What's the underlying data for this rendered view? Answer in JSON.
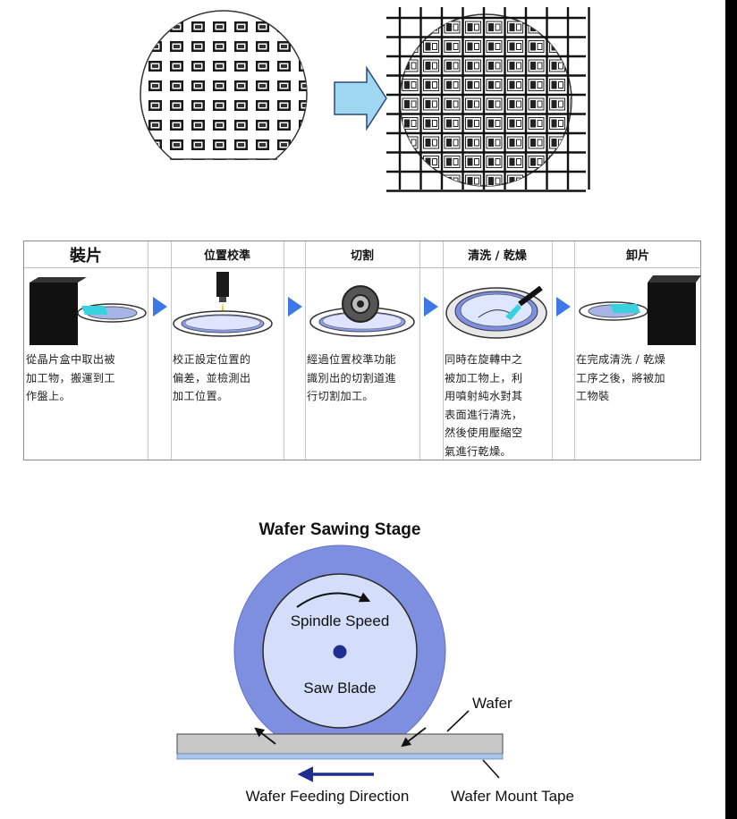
{
  "table": {
    "steps": [
      {
        "title": "裝片",
        "desc_lines": [
          "從晶片盒中取出被",
          "加工物，搬運到工",
          "作盤上。"
        ]
      },
      {
        "title": "位置校準",
        "desc_lines": [
          "校正設定位置的",
          "偏差，並檢測出",
          "加工位置。"
        ]
      },
      {
        "title": "切割",
        "desc_lines": [
          "經過位置校準功能",
          "識別出的切割道進",
          "行切割加工。"
        ]
      },
      {
        "title": "清洗 / 乾燥",
        "desc_lines": [
          "同時在旋轉中之",
          "被加工物上，利",
          "用噴射純水對其",
          "表面進行清洗，",
          "然後使用壓縮空",
          "氣進行乾燥。"
        ]
      },
      {
        "title": "卸片",
        "desc_lines": [
          "在完成清洗 / 乾燥",
          "工序之後，將被加",
          "工物裝"
        ]
      }
    ]
  },
  "saw": {
    "title": "Wafer Sawing Stage",
    "spindle": "Spindle Speed",
    "blade": "Saw Blade",
    "wafer": "Wafer",
    "tape": "Wafer Mount Tape",
    "feed": "Wafer Feeding Direction"
  },
  "colors": {
    "blade_outer": "#7f8fe0",
    "blade_inner": "#d4defa",
    "arrow_blue": "#3c78e6",
    "wafer_gray": "#c8c8c8",
    "tape_blue": "#a9c6ea",
    "navy": "#1e2f8f"
  }
}
